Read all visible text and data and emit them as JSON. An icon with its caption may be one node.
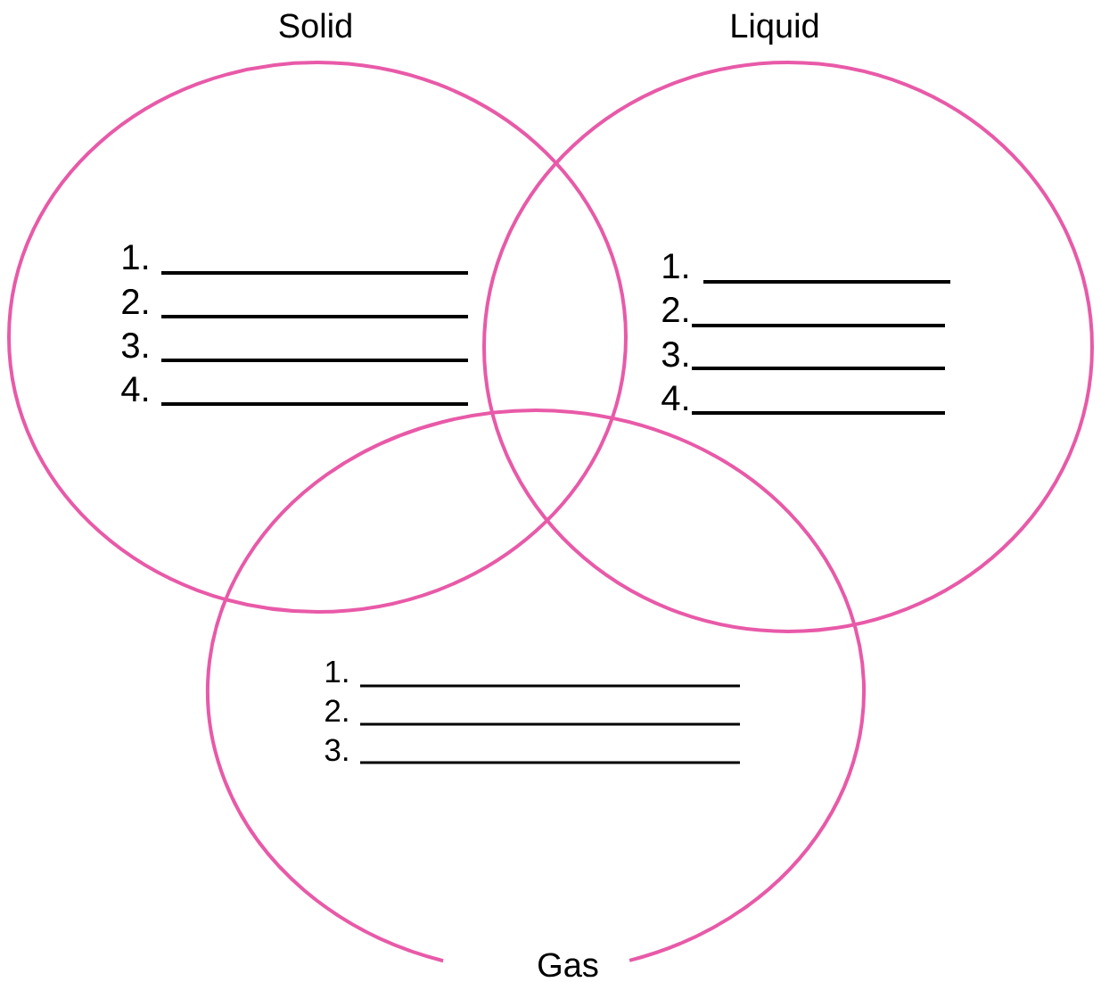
{
  "diagram": {
    "nodes": [
      {
        "text": [
          "Solid",
          "1.",
          "2.",
          "3.",
          "4."
        ]
      },
      {
        "text": [
          "Liquid",
          "1.",
          "2.",
          "3.",
          "4."
        ]
      },
      {
        "text": [
          "Gas",
          "1.",
          "2.",
          "3."
        ]
      }
    ]
  }
}
